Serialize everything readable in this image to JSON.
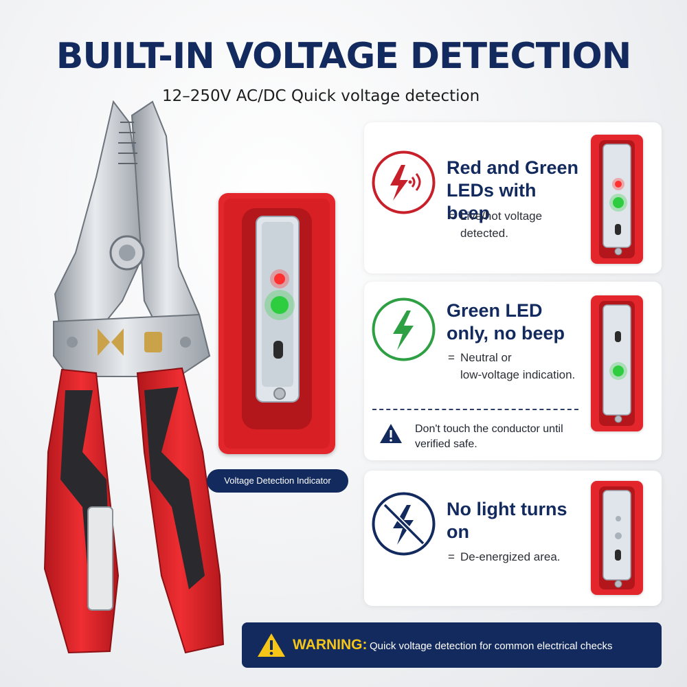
{
  "title": "BUILT-IN VOLTAGE DETECTION",
  "subtitle": "12–250V AC/DC Quick voltage detection",
  "indicator_label": "Voltage Detection Indicator",
  "cards": [
    {
      "heading": "Red and Green LEDs with beep",
      "desc_first": "Live/hot voltage",
      "desc_rest": "detected.",
      "icon": "lightning-beep-icon",
      "accent": "#c8202a"
    },
    {
      "heading": "Green LED only, no beep",
      "desc_first": "Neutral or",
      "desc_rest": "low-voltage indication.",
      "icon": "lightning-icon",
      "accent": "#2ea043",
      "caution": "Don't touch the conductor until verified safe."
    },
    {
      "heading": "No light turns on",
      "desc_first": "De-energized area.",
      "desc_rest": "",
      "icon": "no-lightning-icon",
      "accent": "#132a5e"
    }
  ],
  "equals_sign": "=",
  "warning": {
    "label": "WARNING:",
    "text": "Quick voltage detection for common electrical checks"
  },
  "colors": {
    "navy": "#132a5e",
    "red": "#e3262b",
    "green": "#2ea043",
    "yellow": "#f5c518"
  }
}
